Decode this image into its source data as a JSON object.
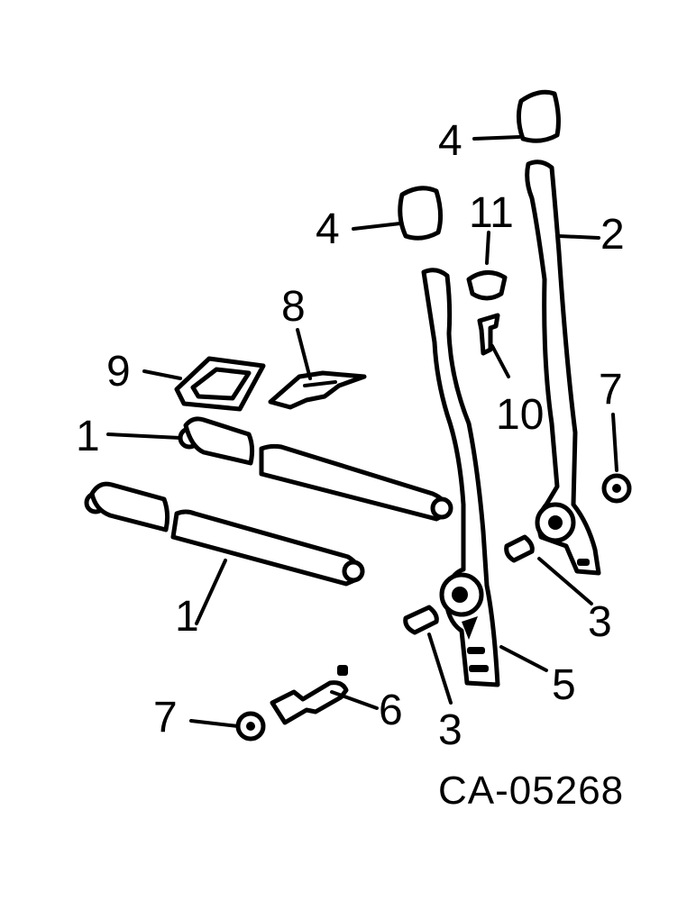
{
  "drawing_code": "CA-05268",
  "callouts": [
    {
      "id": "c4a",
      "text": "4"
    },
    {
      "id": "c4b",
      "text": "4"
    },
    {
      "id": "c11",
      "text": "11"
    },
    {
      "id": "c2",
      "text": "2"
    },
    {
      "id": "c8",
      "text": "8"
    },
    {
      "id": "c9",
      "text": "9"
    },
    {
      "id": "c10",
      "text": "10"
    },
    {
      "id": "c7a",
      "text": "7"
    },
    {
      "id": "c1a",
      "text": "1"
    },
    {
      "id": "c1b",
      "text": "1"
    },
    {
      "id": "c3a",
      "text": "3"
    },
    {
      "id": "c3b",
      "text": "3"
    },
    {
      "id": "c5",
      "text": "5"
    },
    {
      "id": "c6",
      "text": "6"
    },
    {
      "id": "c7b",
      "text": "7"
    }
  ]
}
